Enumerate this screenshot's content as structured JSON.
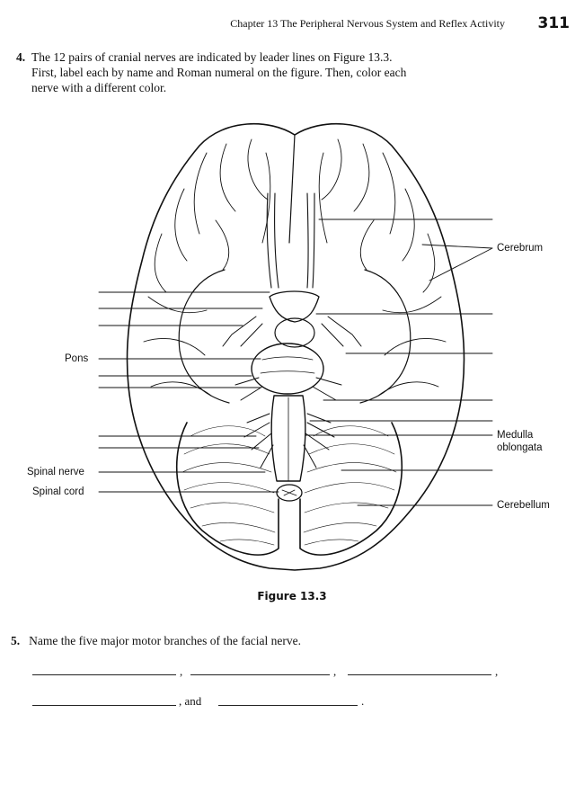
{
  "header": {
    "chapter": "Chapter 13  The Peripheral Nervous System and Reflex Activity",
    "page_number": "311"
  },
  "question4": {
    "number": "4.",
    "lines": [
      "The 12 pairs of cranial nerves are indicated by leader lines on Figure 13.3.",
      "First, label each by name and Roman numeral on the figure. Then, color each",
      "nerve with a different color."
    ]
  },
  "figure": {
    "labels": {
      "cerebrum": "Cerebrum",
      "pons": "Pons",
      "medulla_line1": "Medulla",
      "medulla_line2": "oblongata",
      "spinal_nerve": "Spinal nerve",
      "spinal_cord": "Spinal cord",
      "cerebellum": "Cerebellum"
    },
    "caption": "Figure 13.3"
  },
  "question5": {
    "number": "5.",
    "text": "Name the five major motor branches of the facial nerve.",
    "separators": [
      ",",
      ",",
      ",",
      ", and",
      "."
    ]
  }
}
